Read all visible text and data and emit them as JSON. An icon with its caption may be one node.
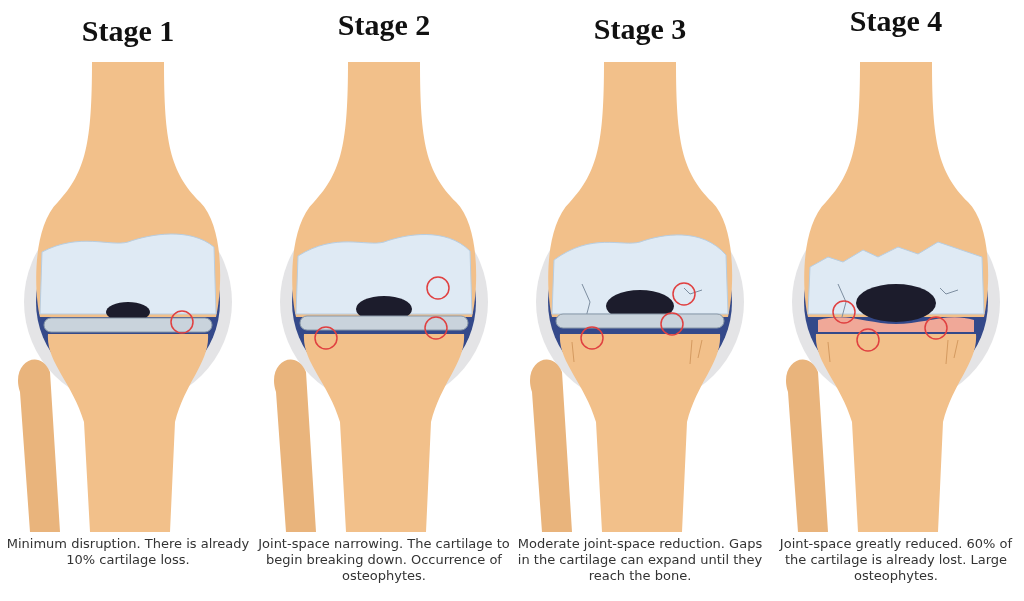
{
  "diagram": {
    "labels": [
      "Stage 1",
      "Stage 2",
      "Stage 3",
      "Stage 4",
      "Minimum disruption. There is already 10% cartilage loss.",
      "Joint-space narrowing. The cartilage to begin breaking down. Occurrence of osteophytes.",
      "Moderate joint-space reduction. Gaps in the cartilage can expand until they reach the bone.",
      "Joint-space greatly reduced. 60% of the cartilage is already lost. Large osteophytes."
    ]
  }
}
